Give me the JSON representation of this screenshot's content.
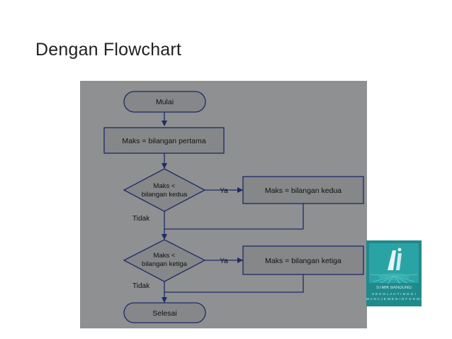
{
  "slide": {
    "title": "Dengan Flowchart"
  },
  "flowchart": {
    "start": "Mulai",
    "init": "Maks = bilangan pertama",
    "decision1": {
      "line1": "Maks <",
      "line2": "bilangan kedua"
    },
    "process1": "Maks = bilangan kedua",
    "decision2": {
      "line1": "Maks <",
      "line2": "bilangan ketiga"
    },
    "process2": "Maks = bilangan ketiga",
    "end": "Selesai",
    "yes_label": "Ya",
    "no_label": "Tidak"
  },
  "logo": {
    "caption1": "STMIK BANDUNG",
    "caption2": "S E K O L A H  T I N G G I",
    "caption3": "M A N A J E M E N  I N F O R M A T I K A"
  },
  "colors": {
    "panel": "#8e9092",
    "shape_fill": "#858789",
    "line": "#1f2a66",
    "logo_bg": "#1f8a8c"
  }
}
